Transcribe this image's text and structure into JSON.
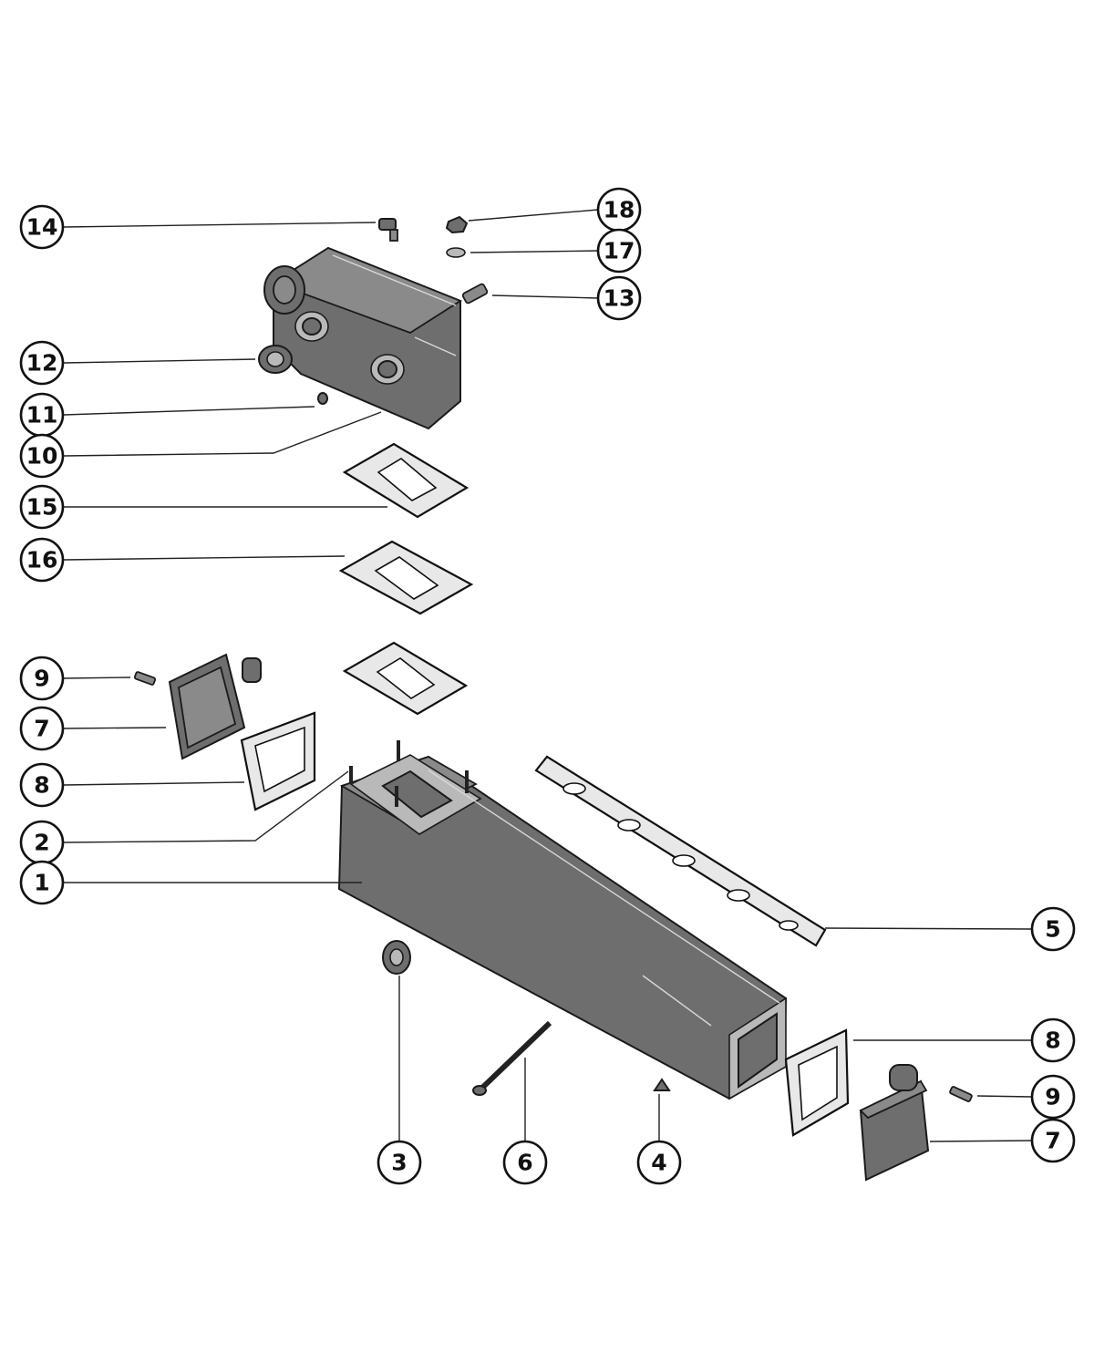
{
  "callouts": [
    {
      "id": "c14",
      "label": "14"
    },
    {
      "id": "c18",
      "label": "18"
    },
    {
      "id": "c17",
      "label": "17"
    },
    {
      "id": "c13",
      "label": "13"
    },
    {
      "id": "c12",
      "label": "12"
    },
    {
      "id": "c11",
      "label": "11"
    },
    {
      "id": "c10",
      "label": "10"
    },
    {
      "id": "c15",
      "label": "15"
    },
    {
      "id": "c16",
      "label": "16"
    },
    {
      "id": "c9a",
      "label": "9"
    },
    {
      "id": "c7a",
      "label": "7"
    },
    {
      "id": "c8a",
      "label": "8"
    },
    {
      "id": "c2",
      "label": "2"
    },
    {
      "id": "c1",
      "label": "1"
    },
    {
      "id": "c5",
      "label": "5"
    },
    {
      "id": "c8b",
      "label": "8"
    },
    {
      "id": "c9b",
      "label": "9"
    },
    {
      "id": "c7b",
      "label": "7"
    },
    {
      "id": "c3",
      "label": "3"
    },
    {
      "id": "c6",
      "label": "6"
    },
    {
      "id": "c4",
      "label": "4"
    }
  ],
  "parts": {
    "elbow": "exhaust-elbow",
    "manifold": "exhaust-manifold",
    "manifold_gasket": "manifold-gasket",
    "elbow_gaskets": [
      "elbow-gasket-15",
      "elbow-gasket-16",
      "elbow-gasket-lower"
    ],
    "end_covers": [
      "end-cover-left",
      "end-cover-right"
    ],
    "end_gaskets": [
      "end-gasket-left",
      "end-gasket-right"
    ]
  }
}
